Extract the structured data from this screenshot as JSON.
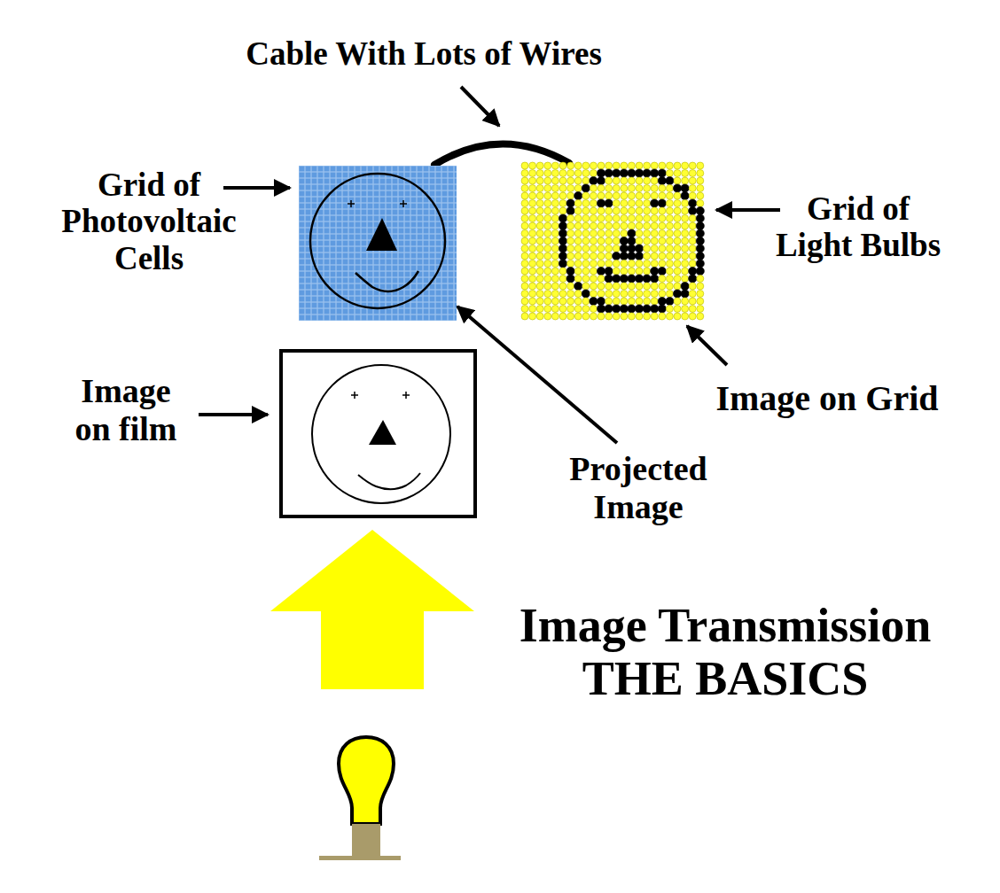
{
  "diagram": {
    "title": "Image Transmission THE BASICS",
    "labels": [
      "Cable With Lots of Wires",
      "Grid of Photovoltaic Cells",
      "Grid of Light Bulbs",
      "Image on film",
      "Projected Image",
      "Image on Grid"
    ]
  }
}
